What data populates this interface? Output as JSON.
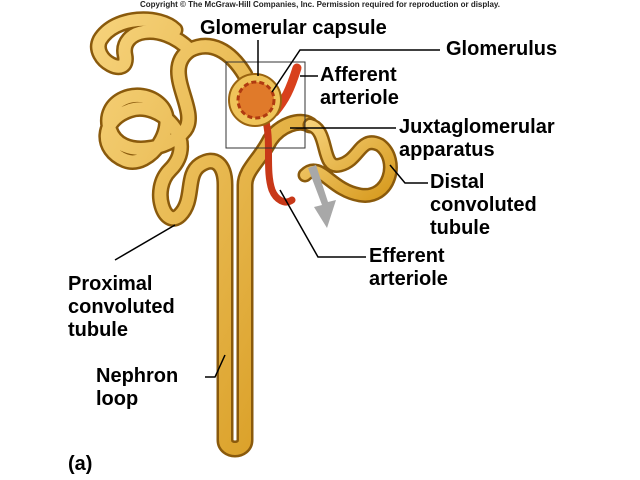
{
  "copyright": "Copyright © The McGraw-Hill Companies, Inc. Permission required for reproduction or display.",
  "panel_label": "(a)",
  "labels": {
    "glomerular_capsule": "Glomerular capsule",
    "glomerulus": "Glomerulus",
    "afferent_1": "Afferent",
    "afferent_2": "arteriole",
    "juxta_1": "Juxtaglomerular",
    "juxta_2": "apparatus",
    "distal_1": "Distal",
    "distal_2": "convoluted",
    "distal_3": "tubule",
    "efferent_1": "Efferent",
    "efferent_2": "arteriole",
    "proximal_1": "Proximal",
    "proximal_2": "convoluted",
    "proximal_3": "tubule",
    "loop_1": "Nephron",
    "loop_2": "loop"
  },
  "colors": {
    "tubule": "#e0a62a",
    "tubule_dark": "#9a6410",
    "arteriole": "#d8401c",
    "arrow": "#a8a8a8"
  }
}
